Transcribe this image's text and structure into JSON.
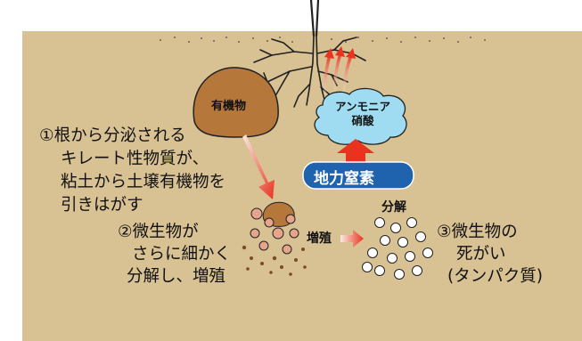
{
  "labels": {
    "organic_matter": "有機物",
    "ammonia": "アンモニア",
    "nitrate": "硝酸",
    "soil_nitrogen": "地力窒素",
    "decomposition": "分解",
    "proliferation": "増殖"
  },
  "descriptions": {
    "step1": [
      "①根から分泌される",
      "キレート性物質が、",
      "粘土から土壌有機物を",
      "引きはがす"
    ],
    "step2": [
      "②微生物が",
      "さらに細かく",
      "分解し、増殖"
    ],
    "step3": [
      "③微生物の",
      "死がい",
      "(タンパク質)"
    ]
  },
  "colors": {
    "soil": "#d8c193",
    "organic_matter": "#b5783a",
    "ammonia_cloud": "#9fdcf2",
    "nitrogen_box": "#1f62ad",
    "arrow_red": "#e8331f",
    "arrow_gradient_end": "#f0c2a6"
  }
}
